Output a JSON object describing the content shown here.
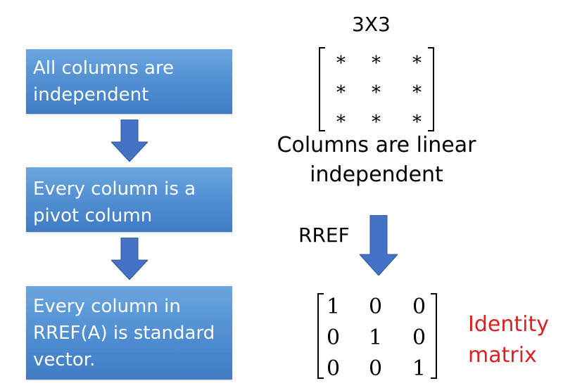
{
  "left_flow": {
    "step1_line1": "All columns are",
    "step1_line2": "independent",
    "step2_line1": "Every column is a",
    "step2_line2": "pivot column",
    "step3_line1": "Every column in",
    "step3_line2": "RREF(A) is standard",
    "step3_line3": "vector."
  },
  "right": {
    "matrix_title": "3X3",
    "star_matrix": [
      "*",
      "*",
      "*",
      "*",
      "*",
      "*",
      "*",
      "*",
      "*"
    ],
    "caption_line1": "Columns are linear",
    "caption_line2": "independent",
    "rref_label": "RREF",
    "identity_matrix": [
      "1",
      "0",
      "0",
      "0",
      "1",
      "0",
      "0",
      "0",
      "1"
    ],
    "identity_line1": "Identity",
    "identity_line2": "matrix"
  },
  "colors": {
    "box_fill": "#4f8dd1",
    "arrow_fill": "#4472c4",
    "identity_text": "#e02020"
  }
}
